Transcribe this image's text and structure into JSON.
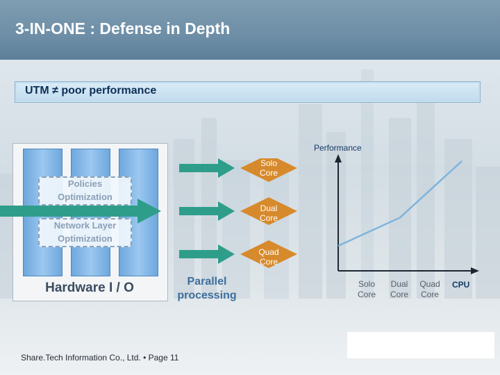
{
  "slide": {
    "title": "3-IN-ONE : Defense in Depth",
    "subtitle": "UTM ≠ poor performance"
  },
  "hardware": {
    "policies_line1": "Policies",
    "policies_line2": "Optimization",
    "network_line1": "Network Layer",
    "network_line2": "Optimization",
    "label": "Hardware I / O"
  },
  "arrows": [
    {
      "line1": "Solo",
      "line2": "Core"
    },
    {
      "line1": "Dual",
      "line2": "Core"
    },
    {
      "line1": "Quad",
      "line2": "Core"
    }
  ],
  "parallel": {
    "line1": "Parallel",
    "line2": "processing"
  },
  "chart_data": {
    "type": "line",
    "ylabel": "Performance",
    "xlabel": "CPU",
    "categories": [
      "Solo Core",
      "Dual Core",
      "Quad Core"
    ],
    "x_tick_labels": [
      {
        "line1": "Solo",
        "line2": "Core"
      },
      {
        "line1": "Dual",
        "line2": "Core"
      },
      {
        "line1": "Quad",
        "line2": "Core"
      }
    ],
    "series": [
      {
        "values": [
          1,
          2,
          4
        ]
      }
    ],
    "line_color": "#7fb4dc"
  },
  "footer": {
    "text": "Share.Tech Information Co., Ltd.  •  Page 11"
  },
  "colors": {
    "header": "#6d8ea6",
    "subbar": "#c5dff0",
    "arrow": "#2e9e8a",
    "label_box": "#d78a2c"
  }
}
